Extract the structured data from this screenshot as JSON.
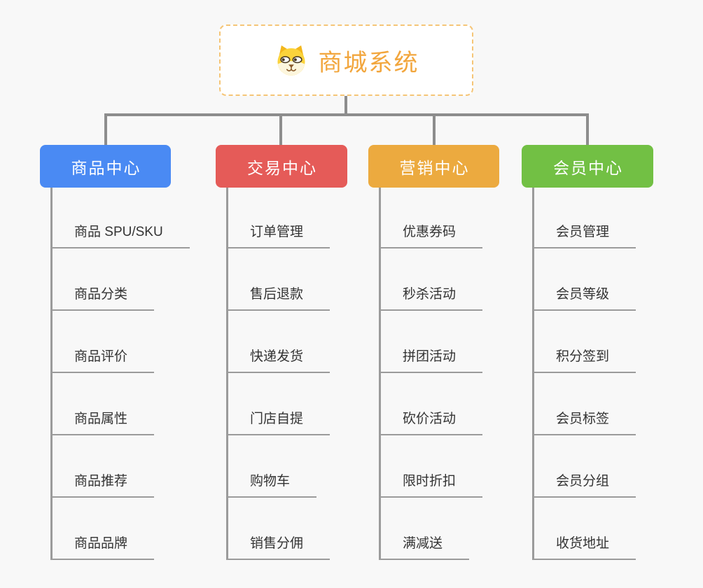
{
  "root": {
    "title": "商城系统",
    "title_color": "#f2a63d",
    "border_color": "#f5c577",
    "icon": "dog-icon"
  },
  "lines": {
    "connector_color": "#8d8d8d",
    "rail_color": "#9b9b9b"
  },
  "branches": [
    {
      "label": "商品中心",
      "color": "#4a8af3",
      "children": [
        "商品 SPU/SKU",
        "商品分类",
        "商品评价",
        "商品属性",
        "商品推荐",
        "商品品牌"
      ]
    },
    {
      "label": "交易中心",
      "color": "#e55b58",
      "children": [
        "订单管理",
        "售后退款",
        "快递发货",
        "门店自提",
        "购物车",
        "销售分佣"
      ]
    },
    {
      "label": "营销中心",
      "color": "#ecaa3f",
      "children": [
        "优惠券码",
        "秒杀活动",
        "拼团活动",
        "砍价活动",
        "限时折扣",
        "满减送"
      ]
    },
    {
      "label": "会员中心",
      "color": "#72c044",
      "children": [
        "会员管理",
        "会员等级",
        "积分签到",
        "会员标签",
        "会员分组",
        "收货地址"
      ]
    }
  ]
}
